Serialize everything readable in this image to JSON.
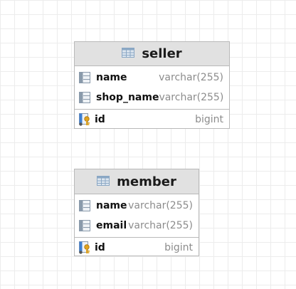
{
  "entities": [
    {
      "id": "seller",
      "name": "seller",
      "icon": "table-icon",
      "columns": [
        {
          "name": "name",
          "type": "varchar(255)",
          "icon": "column-icon"
        },
        {
          "name": "shop_name",
          "type": "varchar(255)",
          "icon": "column-icon"
        }
      ],
      "primary_key": {
        "name": "id",
        "type": "bigint",
        "icon": "primary-key-icon"
      }
    },
    {
      "id": "member",
      "name": "member",
      "icon": "table-icon",
      "columns": [
        {
          "name": "name",
          "type": "varchar(255)",
          "icon": "column-icon"
        },
        {
          "name": "email",
          "type": "varchar(255)",
          "icon": "column-icon"
        }
      ],
      "primary_key": {
        "name": "id",
        "type": "bigint",
        "icon": "primary-key-icon"
      }
    }
  ],
  "colors": {
    "header_bg": "#e1e1e1",
    "border": "#b9b9b9",
    "type_text": "#8c8c8c",
    "table_icon": "#8aa7c4",
    "key_icon": "#e0a320",
    "key_icon_blue": "#3d7fd1"
  }
}
